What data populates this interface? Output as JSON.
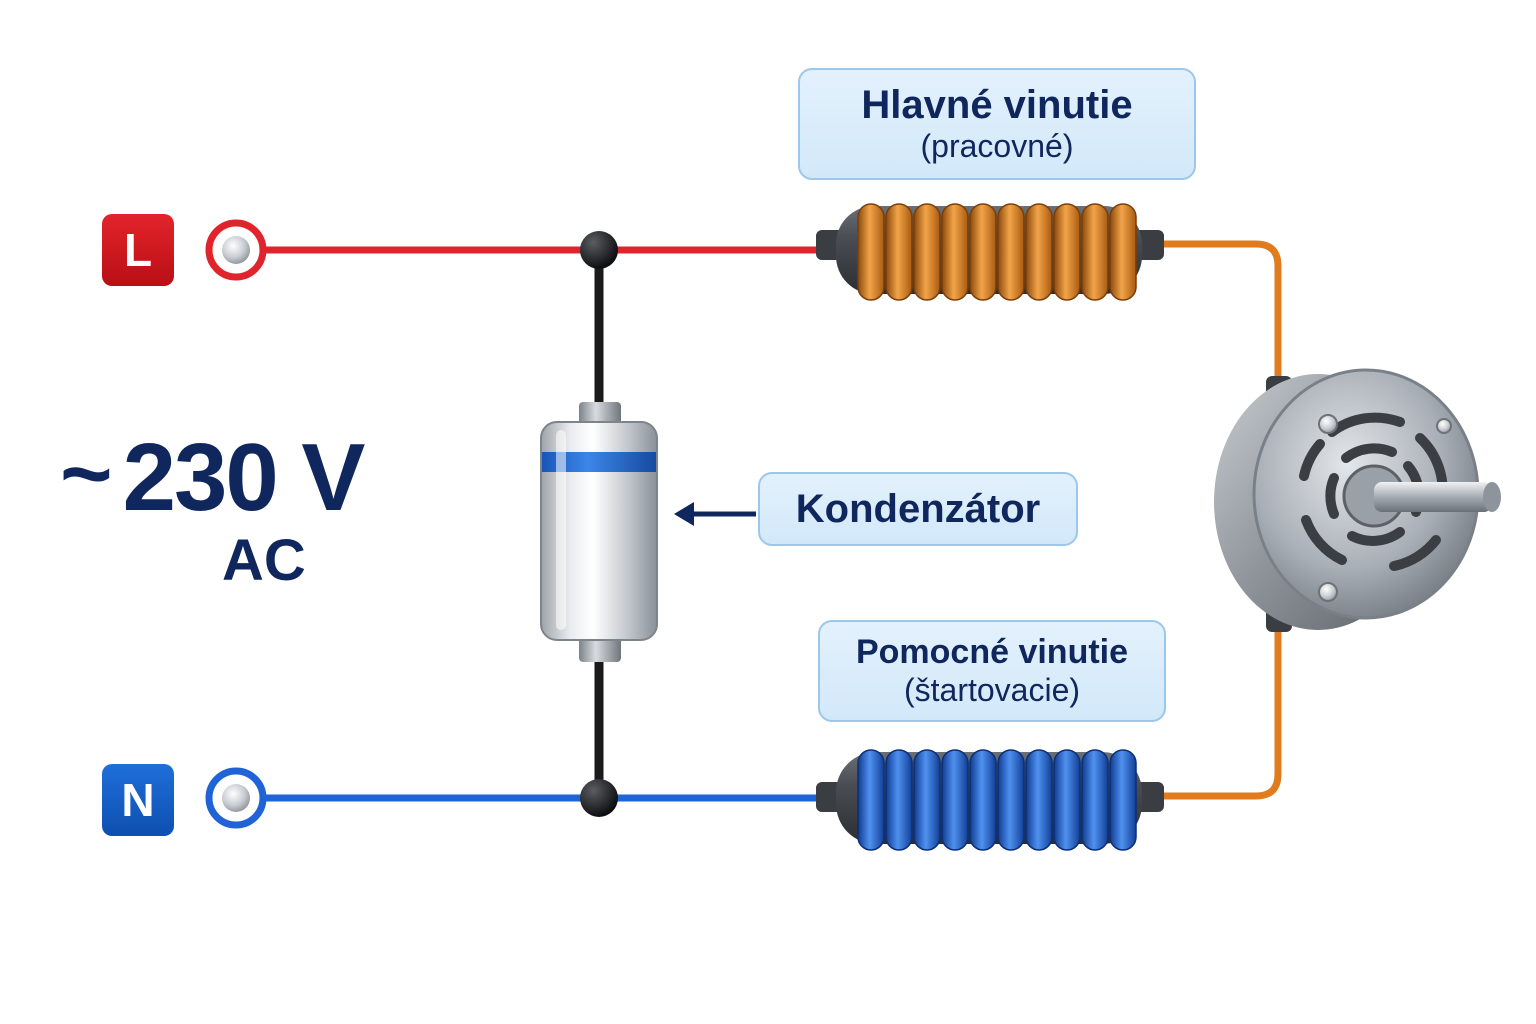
{
  "terminals": {
    "line_label": "L",
    "neutral_label": "N"
  },
  "supply": {
    "symbol": "~",
    "value": "230 V",
    "type": "AC"
  },
  "labels": {
    "main_winding": {
      "title": "Hlavné vinutie",
      "subtitle": "(pracovné)"
    },
    "capacitor": {
      "title": "Kondenzátor"
    },
    "aux_winding": {
      "title": "Pomocné vinutie",
      "subtitle": "(štartovacie)"
    }
  },
  "colors": {
    "line_wire": "#e0242c",
    "neutral_wire": "#1f63d6",
    "branch_wire": "#1a1a1a",
    "motor_wire": "#e07b1e",
    "main_coil": "#e58a25",
    "aux_coil": "#2a66d8",
    "label_text": "#10275e",
    "label_fill": "#d9ecfb",
    "label_border": "#9cc7ea"
  },
  "icons": {
    "terminal": "screw-terminal-icon",
    "capacitor": "capacitor-icon",
    "coil": "coil-icon",
    "motor": "electric-motor-icon",
    "pointer": "arrow-left-icon"
  }
}
